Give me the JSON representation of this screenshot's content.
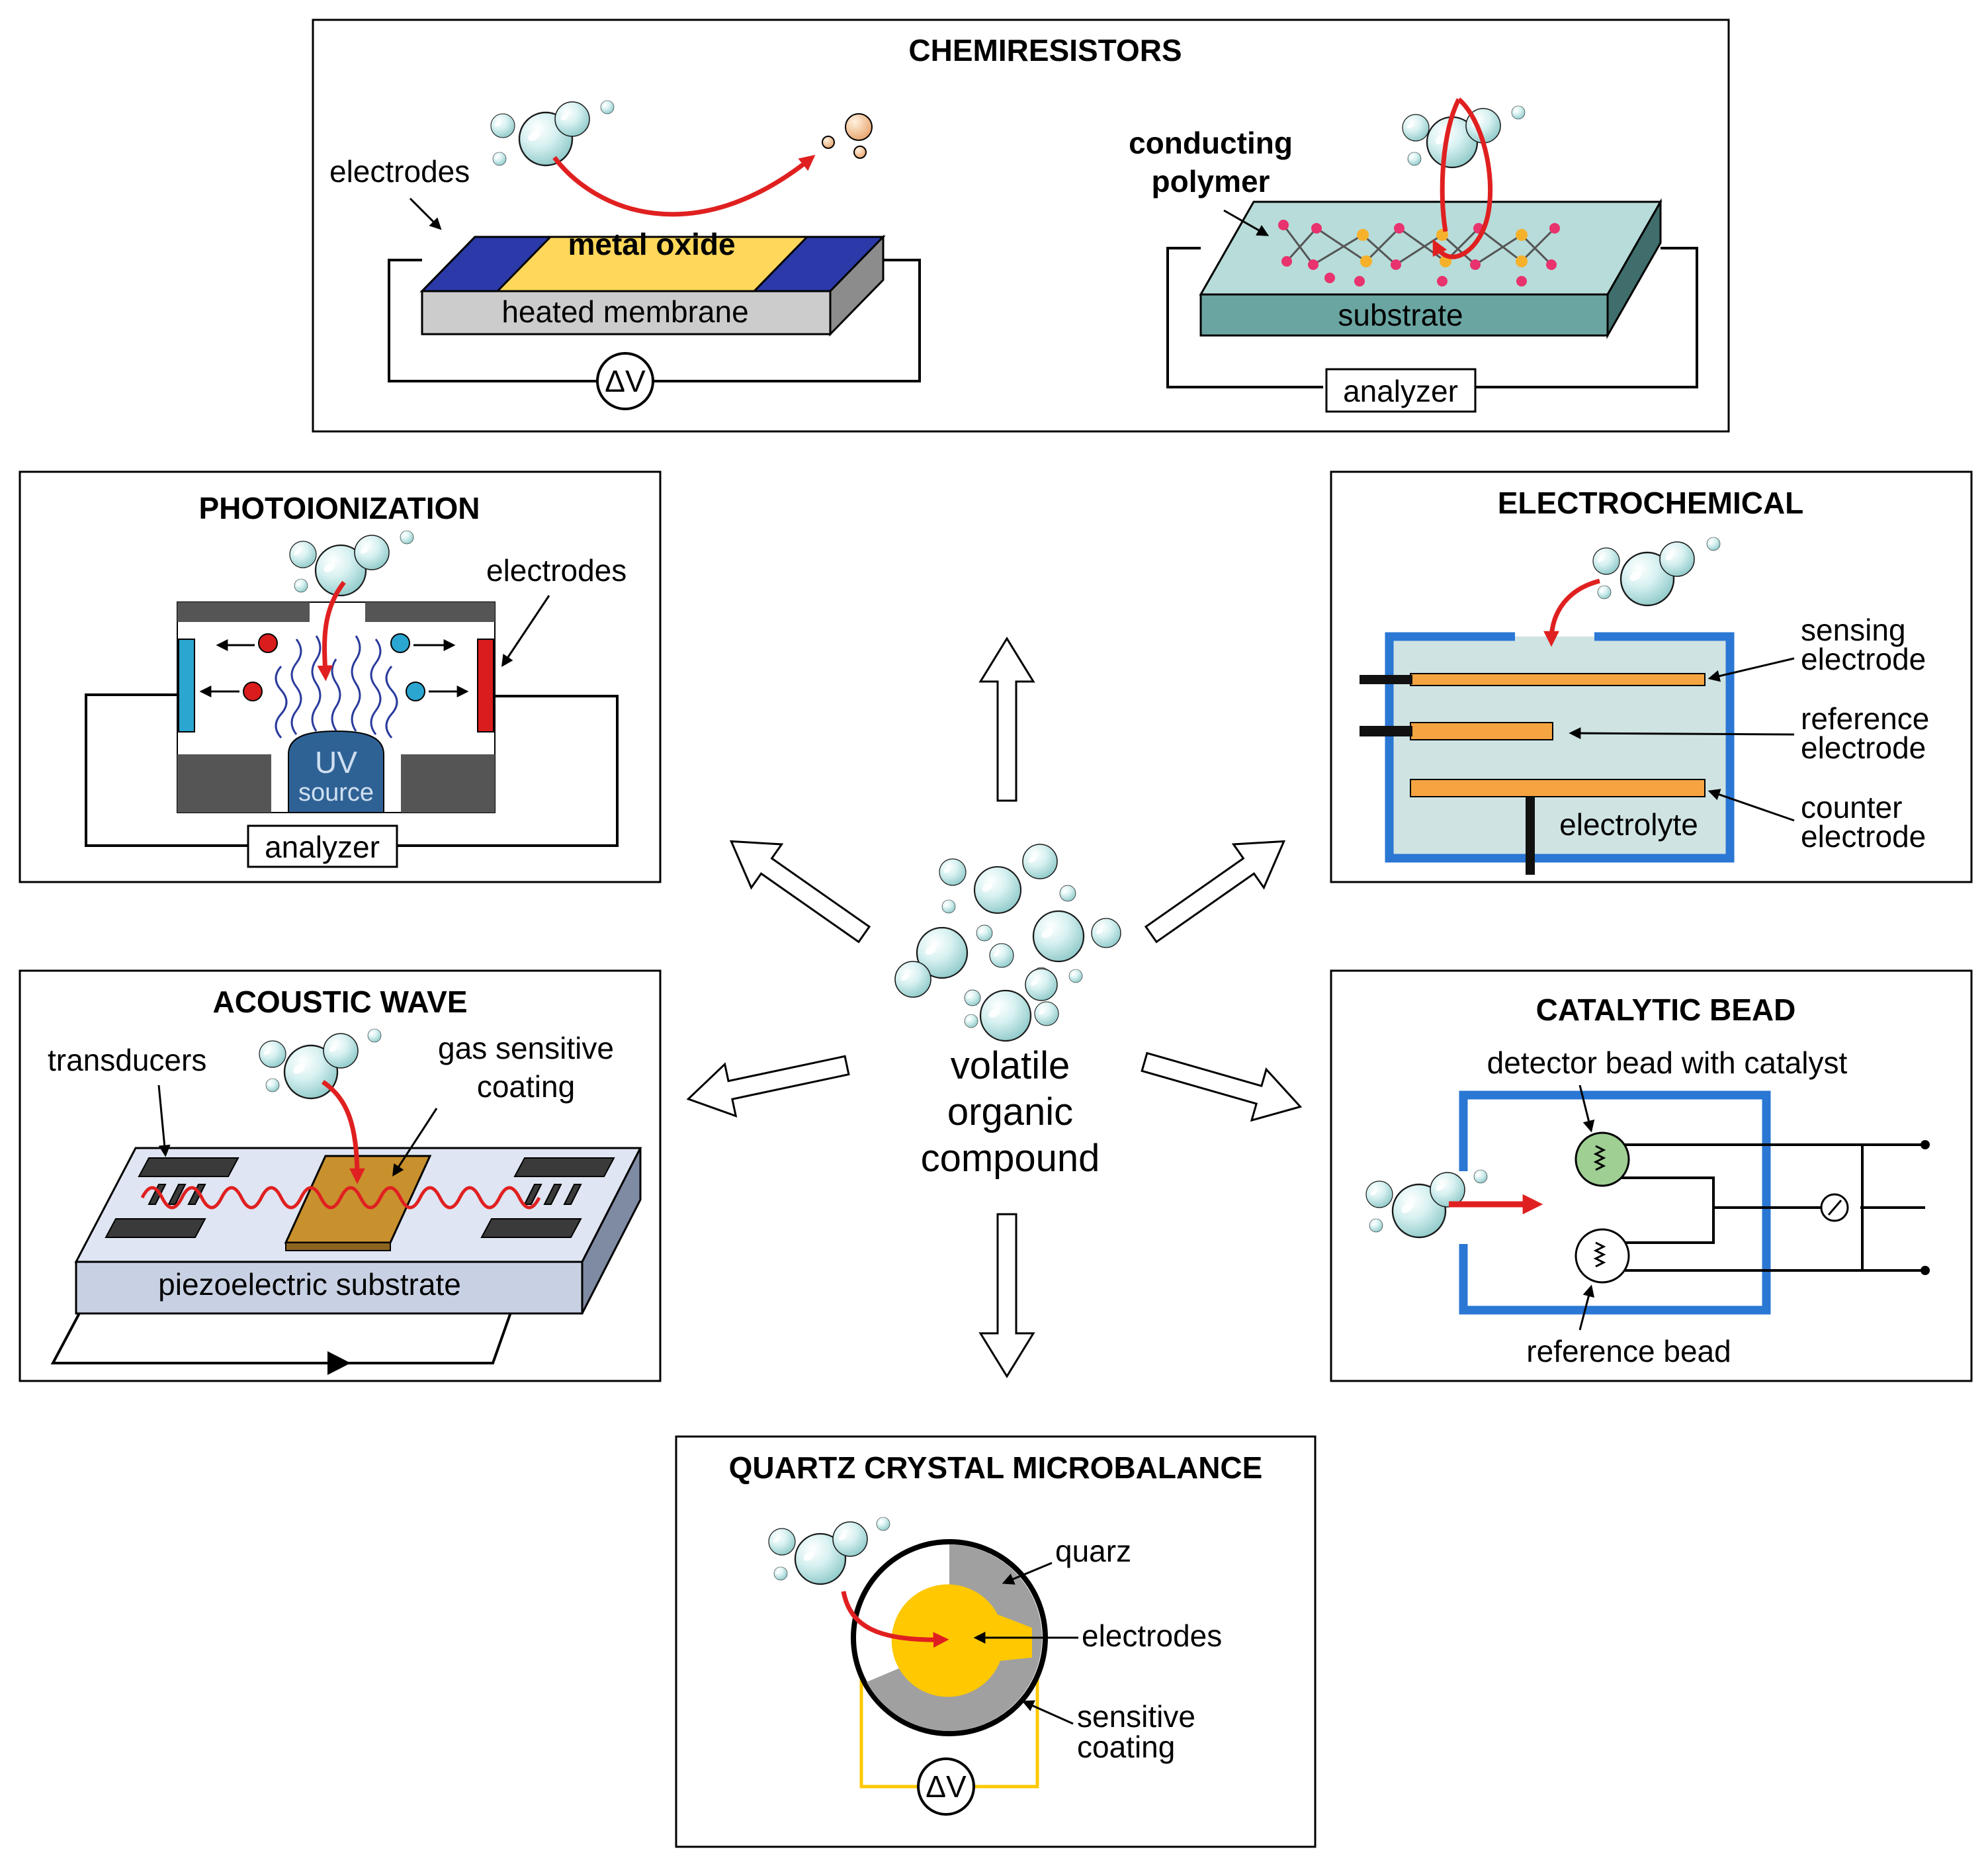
{
  "center": {
    "line1": "volatile",
    "line2": "organic",
    "line3": "compound"
  },
  "chemiresistors": {
    "title": "CHEMIRESISTORS",
    "electrodes": "electrodes",
    "metal_oxide": "metal oxide",
    "heated_membrane": "heated membrane",
    "delta_v": "ΔV",
    "conducting": "conducting",
    "polymer": "polymer",
    "substrate": "substrate",
    "analyzer": "analyzer"
  },
  "photoionization": {
    "title": "PHOTOIONIZATION",
    "electrodes": "electrodes",
    "uv": "UV",
    "source": "source",
    "analyzer": "analyzer"
  },
  "electrochemical": {
    "title": "ELECTROCHEMICAL",
    "sensing_1": "sensing",
    "sensing_2": "electrode",
    "reference_1": "reference",
    "reference_2": "electrode",
    "counter_1": "counter",
    "counter_2": "electrode",
    "electrolyte": "electrolyte"
  },
  "acoustic": {
    "title": "ACOUSTIC WAVE",
    "transducers": "transducers",
    "coating_1": "gas sensitive",
    "coating_2": "coating",
    "substrate": "piezoelectric substrate"
  },
  "catalytic": {
    "title": "CATALYTIC BEAD",
    "detector": "detector bead with catalyst",
    "reference": "reference bead"
  },
  "qcm": {
    "title": "QUARTZ CRYSTAL MICROBALANCE",
    "quarz": "quarz",
    "electrodes": "electrodes",
    "sensitive_1": "sensitive",
    "sensitive_2": "coating",
    "delta_v": "ΔV"
  },
  "colors": {
    "bubble": "#bfe6e6",
    "arrow_red": "#e02020",
    "electrode_blue": "#2b3aa8",
    "metal_oxide": "#ffd75a",
    "membrane": "#cccccc",
    "substrate_teal": "#6aa5a2",
    "uv_blue": "#2f6294",
    "cell_blue": "#2a77d4",
    "electrolyte": "#cfe3e3",
    "electrode_orange": "#f6a441",
    "coating_gold": "#c9902e",
    "piezo": "#c8d1e3",
    "qcm_gold": "#ffc800"
  },
  "icons": [
    "bubble-icon",
    "hollow-arrow-icon",
    "red-arrow-icon"
  ]
}
